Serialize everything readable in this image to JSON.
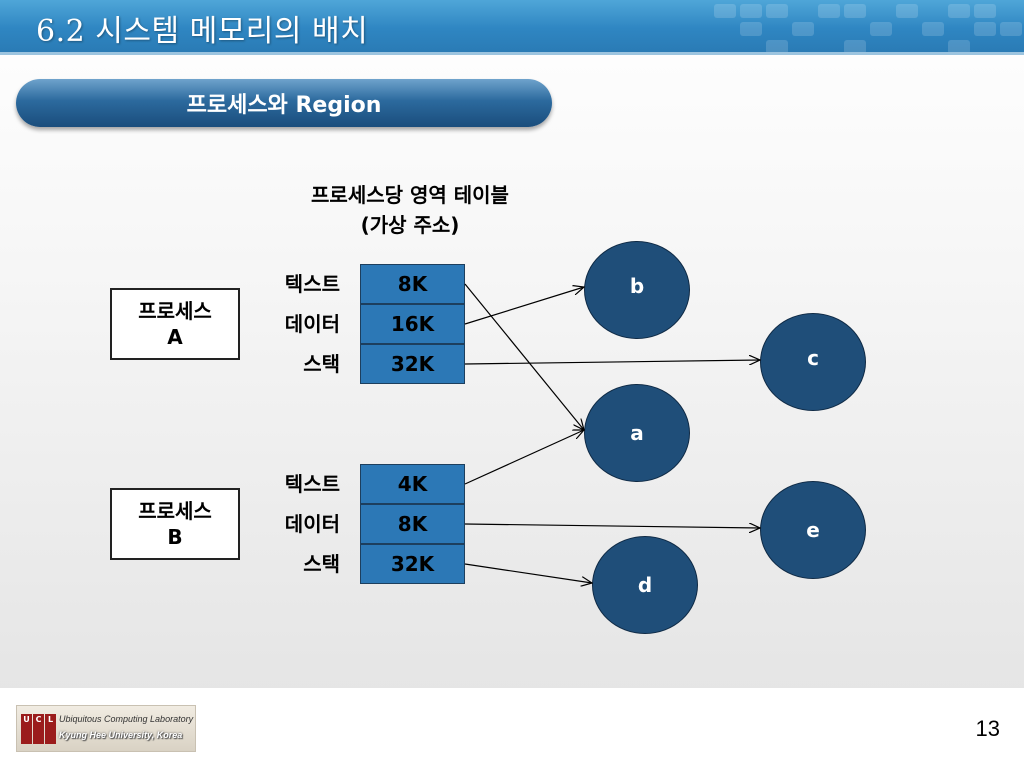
{
  "header": {
    "title": "6.2 시스템 메모리의 배치"
  },
  "section": {
    "title": "프로세스와 Region"
  },
  "table_heading": {
    "line1": "프로세스당 영역 테이블",
    "line2": "(가상 주소)"
  },
  "processes": [
    {
      "line1": "프로세스",
      "line2": "A",
      "rows": [
        {
          "label": "텍스트",
          "size": "8K"
        },
        {
          "label": "데이터",
          "size": "16K"
        },
        {
          "label": "스택",
          "size": "32K"
        }
      ]
    },
    {
      "line1": "프로세스",
      "line2": "B",
      "rows": [
        {
          "label": "텍스트",
          "size": "4K"
        },
        {
          "label": "데이터",
          "size": "8K"
        },
        {
          "label": "스택",
          "size": "32K"
        }
      ]
    }
  ],
  "regions": {
    "a": "a",
    "b": "b",
    "c": "c",
    "d": "d",
    "e": "e"
  },
  "footer": {
    "logo_letters": [
      "U",
      "C",
      "L"
    ],
    "logo_line1": "Ubiquitous Computing Laboratory",
    "logo_line2": "Kyung Hee University, Korea",
    "page_number": "13"
  },
  "colors": {
    "header": "#2f86c2",
    "cell": "#2c78b6",
    "region": "#1f4e79",
    "logo_red": "#9b1c1c"
  }
}
